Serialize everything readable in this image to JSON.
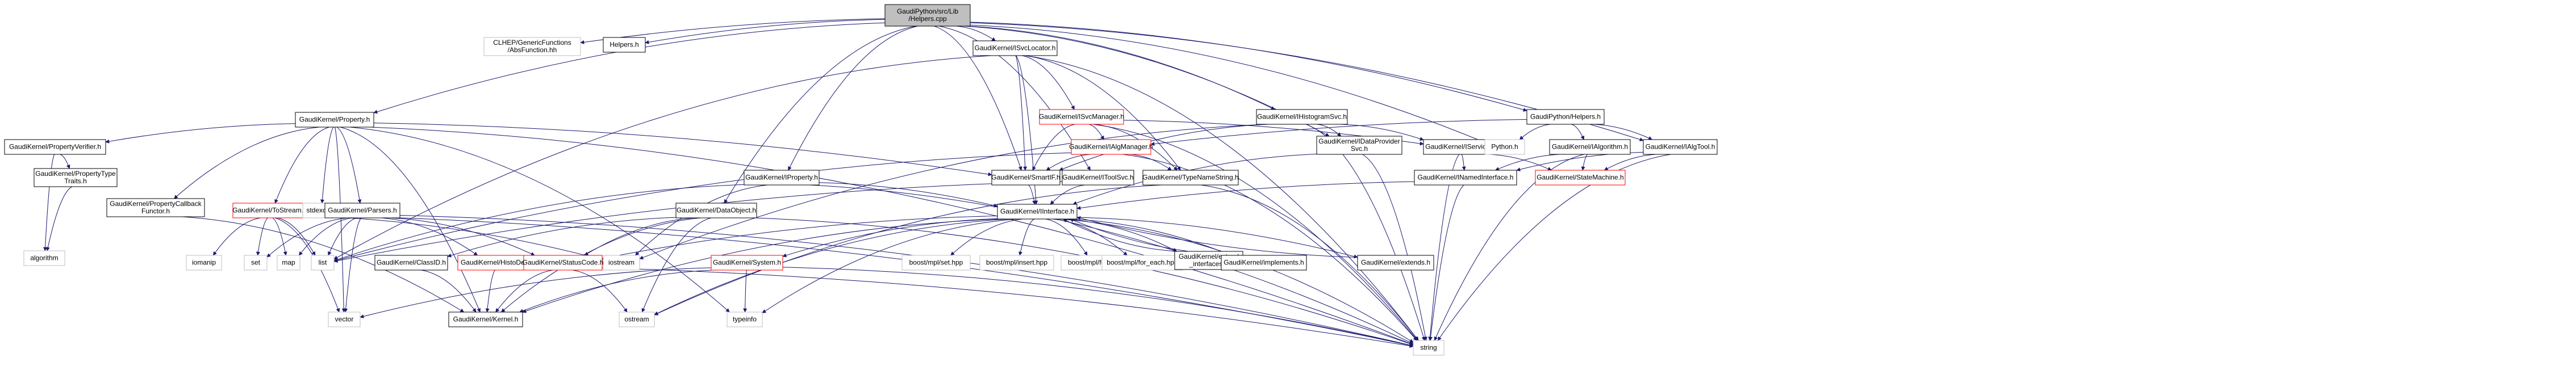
{
  "diagram": {
    "type": "include-dependency-graph",
    "edge_color": "#191970",
    "nodes": [
      {
        "id": "root",
        "lines": [
          "GaudiPython/src/Lib",
          "/Helpers.cpp"
        ],
        "style": "root"
      },
      {
        "id": "clhep",
        "lines": [
          "CLHEP/GenericFunctions",
          "/AbsFunction.hh"
        ],
        "style": "gray"
      },
      {
        "id": "helpers",
        "lines": [
          "Helpers.h"
        ],
        "style": "normal"
      },
      {
        "id": "isvclocator",
        "lines": [
          "GaudiKernel/ISvcLocator.h"
        ],
        "style": "normal"
      },
      {
        "id": "gpyhelpers",
        "lines": [
          "GaudiPython/Helpers.h"
        ],
        "style": "normal"
      },
      {
        "id": "isvcmanager",
        "lines": [
          "GaudiKernel/ISvcManager.h"
        ],
        "style": "red"
      },
      {
        "id": "ihistogramsvc",
        "lines": [
          "GaudiKernel/IHistogramSvc.h"
        ],
        "style": "normal"
      },
      {
        "id": "property",
        "lines": [
          "GaudiKernel/Property.h"
        ],
        "style": "normal"
      },
      {
        "id": "ialgmanager",
        "lines": [
          "GaudiKernel/IAlgManager.h"
        ],
        "style": "red"
      },
      {
        "id": "idataprovider",
        "lines": [
          "GaudiKernel/IDataProvider",
          "Svc.h"
        ],
        "style": "normal"
      },
      {
        "id": "iservice",
        "lines": [
          "GaudiKernel/IService.h"
        ],
        "style": "normal"
      },
      {
        "id": "python",
        "lines": [
          "Python.h"
        ],
        "style": "gray"
      },
      {
        "id": "ialgorithm",
        "lines": [
          "GaudiKernel/IAlgorithm.h"
        ],
        "style": "normal"
      },
      {
        "id": "ialgtool",
        "lines": [
          "GaudiKernel/IAlgTool.h"
        ],
        "style": "normal"
      },
      {
        "id": "propverifier",
        "lines": [
          "GaudiKernel/PropertyVerifier.h"
        ],
        "style": "normal"
      },
      {
        "id": "smartif",
        "lines": [
          "GaudiKernel/SmartIF.h"
        ],
        "style": "normal"
      },
      {
        "id": "iproperty",
        "lines": [
          "GaudiKernel/IProperty.h"
        ],
        "style": "normal"
      },
      {
        "id": "itoolsvc",
        "lines": [
          "GaudiKernel/IToolSvc.h"
        ],
        "style": "normal"
      },
      {
        "id": "typenamestring",
        "lines": [
          "GaudiKernel/TypeNameString.h"
        ],
        "style": "normal"
      },
      {
        "id": "inamedinterface",
        "lines": [
          "GaudiKernel/INamedInterface.h"
        ],
        "style": "normal"
      },
      {
        "id": "statemachine",
        "lines": [
          "GaudiKernel/StateMachine.h"
        ],
        "style": "red"
      },
      {
        "id": "proptypetraits",
        "lines": [
          "GaudiKernel/PropertyType",
          "Traits.h"
        ],
        "style": "normal"
      },
      {
        "id": "propcallback",
        "lines": [
          "GaudiKernel/PropertyCallback",
          "Functor.h"
        ],
        "style": "normal"
      },
      {
        "id": "tostream",
        "lines": [
          "GaudiKernel/ToStream.h"
        ],
        "style": "red"
      },
      {
        "id": "stdexcept",
        "lines": [
          "stdexcept"
        ],
        "style": "gray"
      },
      {
        "id": "parsers",
        "lines": [
          "GaudiKernel/Parsers.h"
        ],
        "style": "normal"
      },
      {
        "id": "dataobject",
        "lines": [
          "GaudiKernel/DataObject.h"
        ],
        "style": "normal"
      },
      {
        "id": "iinterface",
        "lines": [
          "GaudiKernel/IInterface.h"
        ],
        "style": "normal"
      },
      {
        "id": "algorithm",
        "lines": [
          "algorithm"
        ],
        "style": "gray"
      },
      {
        "id": "iomanip",
        "lines": [
          "iomanip"
        ],
        "style": "gray"
      },
      {
        "id": "set",
        "lines": [
          "set"
        ],
        "style": "gray"
      },
      {
        "id": "map",
        "lines": [
          "map"
        ],
        "style": "gray"
      },
      {
        "id": "list",
        "lines": [
          "list"
        ],
        "style": "gray"
      },
      {
        "id": "iostream",
        "lines": [
          "iostream"
        ],
        "style": "gray"
      },
      {
        "id": "classid",
        "lines": [
          "GaudiKernel/ClassID.h"
        ],
        "style": "normal"
      },
      {
        "id": "histodef",
        "lines": [
          "GaudiKernel/HistoDef.h"
        ],
        "style": "red"
      },
      {
        "id": "statuscode",
        "lines": [
          "GaudiKernel/StatusCode.h"
        ],
        "style": "red"
      },
      {
        "id": "system",
        "lines": [
          "GaudiKernel/System.h"
        ],
        "style": "red"
      },
      {
        "id": "mplset",
        "lines": [
          "boost/mpl/set.hpp"
        ],
        "style": "gray"
      },
      {
        "id": "mplinsert",
        "lines": [
          "boost/mpl/insert.hpp"
        ],
        "style": "gray"
      },
      {
        "id": "mplfold",
        "lines": [
          "boost/mpl/fold.hpp"
        ],
        "style": "gray"
      },
      {
        "id": "mplforeach",
        "lines": [
          "boost/mpl/for_each.hpp"
        ],
        "style": "gray"
      },
      {
        "id": "extendif",
        "lines": [
          "GaudiKernel/extend",
          "_interfaces.h"
        ],
        "style": "normal"
      },
      {
        "id": "implements",
        "lines": [
          "GaudiKernel/implements.h"
        ],
        "style": "normal"
      },
      {
        "id": "extends",
        "lines": [
          "GaudiKernel/extends.h"
        ],
        "style": "normal"
      },
      {
        "id": "vector",
        "lines": [
          "vector"
        ],
        "style": "gray"
      },
      {
        "id": "kernel",
        "lines": [
          "GaudiKernel/Kernel.h"
        ],
        "style": "normal"
      },
      {
        "id": "ostream",
        "lines": [
          "ostream"
        ],
        "style": "gray"
      },
      {
        "id": "typeinfo",
        "lines": [
          "typeinfo"
        ],
        "style": "gray"
      },
      {
        "id": "string",
        "lines": [
          "string"
        ],
        "style": "gray"
      }
    ],
    "edges": [
      [
        "root",
        "clhep"
      ],
      [
        "root",
        "helpers"
      ],
      [
        "root",
        "isvclocator"
      ],
      [
        "root",
        "gpyhelpers"
      ],
      [
        "root",
        "ihistogramsvc"
      ],
      [
        "root",
        "property"
      ],
      [
        "root",
        "idataprovider"
      ],
      [
        "root",
        "ialgtool"
      ],
      [
        "root",
        "smartif"
      ],
      [
        "root",
        "iproperty"
      ],
      [
        "root",
        "itoolsvc"
      ],
      [
        "root",
        "dataobject"
      ],
      [
        "root",
        "python"
      ],
      [
        "isvclocator",
        "isvcmanager"
      ],
      [
        "isvclocator",
        "smartif"
      ],
      [
        "isvclocator",
        "typenamestring"
      ],
      [
        "isvclocator",
        "iinterface"
      ],
      [
        "isvclocator",
        "string"
      ],
      [
        "isvclocator",
        "list"
      ],
      [
        "isvcmanager",
        "ialgmanager"
      ],
      [
        "isvcmanager",
        "iservice"
      ],
      [
        "isvcmanager",
        "smartif"
      ],
      [
        "isvcmanager",
        "typenamestring"
      ],
      [
        "isvcmanager",
        "string"
      ],
      [
        "ihistogramsvc",
        "idataprovider"
      ],
      [
        "ihistogramsvc",
        "iservice"
      ],
      [
        "ihistogramsvc",
        "string"
      ],
      [
        "ihistogramsvc",
        "iostream"
      ],
      [
        "ihistogramsvc",
        "smartif"
      ],
      [
        "gpyhelpers",
        "python"
      ],
      [
        "gpyhelpers",
        "ialgorithm"
      ],
      [
        "gpyhelpers",
        "ialgtool"
      ],
      [
        "gpyhelpers",
        "ialgmanager"
      ],
      [
        "ialgmanager",
        "smartif"
      ],
      [
        "ialgmanager",
        "typenamestring"
      ],
      [
        "ialgmanager",
        "string"
      ],
      [
        "ialgmanager",
        "list"
      ],
      [
        "idataprovider",
        "iinterface"
      ],
      [
        "idataprovider",
        "string"
      ],
      [
        "iservice",
        "inamedinterface"
      ],
      [
        "iservice",
        "statemachine"
      ],
      [
        "iservice",
        "string"
      ],
      [
        "ialgorithm",
        "inamedinterface"
      ],
      [
        "ialgorithm",
        "statemachine"
      ],
      [
        "ialgorithm",
        "string"
      ],
      [
        "ialgtool",
        "inamedinterface"
      ],
      [
        "ialgtool",
        "statemachine"
      ],
      [
        "ialgtool",
        "string"
      ],
      [
        "property",
        "propverifier"
      ],
      [
        "property",
        "propcallback"
      ],
      [
        "property",
        "tostream"
      ],
      [
        "property",
        "stdexcept"
      ],
      [
        "property",
        "parsers"
      ],
      [
        "property",
        "smartif"
      ],
      [
        "property",
        "string"
      ],
      [
        "property",
        "kernel"
      ],
      [
        "property",
        "typeinfo"
      ],
      [
        "property",
        "vector"
      ],
      [
        "propverifier",
        "proptypetraits"
      ],
      [
        "propverifier",
        "algorithm"
      ],
      [
        "proptypetraits",
        "algorithm"
      ],
      [
        "propcallback",
        "kernel"
      ],
      [
        "tostream",
        "iomanip"
      ],
      [
        "tostream",
        "set"
      ],
      [
        "tostream",
        "map"
      ],
      [
        "tostream",
        "list"
      ],
      [
        "tostream",
        "vector"
      ],
      [
        "tostream",
        "iostream"
      ],
      [
        "tostream",
        "string"
      ],
      [
        "parsers",
        "set"
      ],
      [
        "parsers",
        "map"
      ],
      [
        "parsers",
        "list"
      ],
      [
        "parsers",
        "vector"
      ],
      [
        "parsers",
        "histodef"
      ],
      [
        "parsers",
        "statuscode"
      ],
      [
        "parsers",
        "string"
      ],
      [
        "smartif",
        "iinterface"
      ],
      [
        "iproperty",
        "iinterface"
      ],
      [
        "iproperty",
        "list"
      ],
      [
        "iproperty",
        "iostream"
      ],
      [
        "iproperty",
        "string"
      ],
      [
        "itoolsvc",
        "iinterface"
      ],
      [
        "itoolsvc",
        "list"
      ],
      [
        "typenamestring",
        "string"
      ],
      [
        "typenamestring",
        "ostream"
      ],
      [
        "inamedinterface",
        "iinterface"
      ],
      [
        "inamedinterface",
        "string"
      ],
      [
        "dataobject",
        "classid"
      ],
      [
        "dataobject",
        "statuscode"
      ],
      [
        "dataobject",
        "kernel"
      ],
      [
        "dataobject",
        "ostream"
      ],
      [
        "dataobject",
        "string"
      ],
      [
        "iinterface",
        "system"
      ],
      [
        "iinterface",
        "kernel"
      ],
      [
        "iinterface",
        "statuscode"
      ],
      [
        "iinterface",
        "mplset"
      ],
      [
        "iinterface",
        "mplinsert"
      ],
      [
        "iinterface",
        "mplfold"
      ],
      [
        "iinterface",
        "mplforeach"
      ],
      [
        "iinterface",
        "extendif"
      ],
      [
        "iinterface",
        "implements"
      ],
      [
        "iinterface",
        "extends"
      ],
      [
        "iinterface",
        "ostream"
      ],
      [
        "iinterface",
        "typeinfo"
      ],
      [
        "iinterface",
        "string"
      ],
      [
        "extendif",
        "iinterface"
      ],
      [
        "implements",
        "iinterface"
      ],
      [
        "extends",
        "iinterface"
      ],
      [
        "system",
        "kernel"
      ],
      [
        "system",
        "vector"
      ],
      [
        "system",
        "typeinfo"
      ],
      [
        "system",
        "string"
      ],
      [
        "classid",
        "kernel"
      ],
      [
        "histodef",
        "kernel"
      ],
      [
        "histodef",
        "string"
      ],
      [
        "statuscode",
        "kernel"
      ],
      [
        "statuscode",
        "ostream"
      ]
    ]
  }
}
